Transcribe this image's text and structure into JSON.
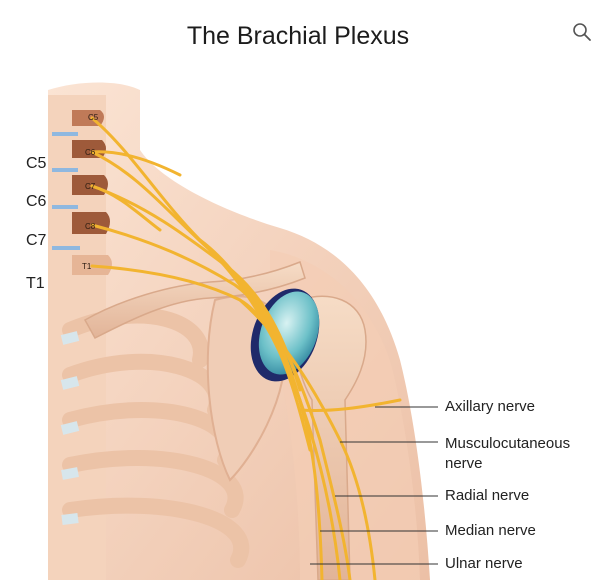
{
  "title": "The Brachial Plexus",
  "icons": {
    "search": "search-icon"
  },
  "level_labels": [
    "C5",
    "C6",
    "C7",
    "T1"
  ],
  "vertebra_labels": [
    "C5",
    "C6",
    "C7",
    "C8",
    "T1"
  ],
  "callouts": {
    "axillary": "Axillary nerve",
    "musculo_1": "Musculocutaneous",
    "musculo_2": "nerve",
    "radial": "Radial nerve",
    "median": "Median nerve",
    "ulnar": "Ulnar nerve"
  },
  "colors": {
    "nerve": "#f2b430",
    "skin": "#f6d6c0",
    "bone": "#efcdb4",
    "vertebra": "#9e5a3a",
    "cartilage": "#6cc0c8",
    "disc": "#8fb8e0"
  }
}
